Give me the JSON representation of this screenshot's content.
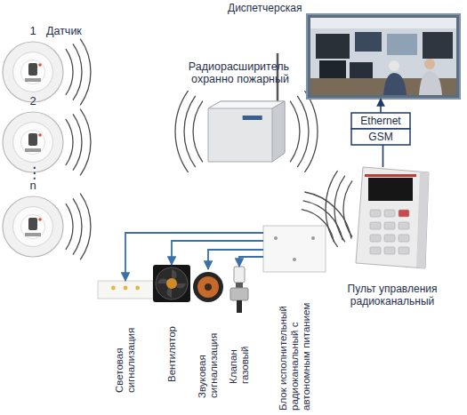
{
  "diagram": {
    "nodes": [
      {
        "text": [
          "1"
        ]
      },
      {
        "text": [
          "2"
        ]
      },
      {
        "text": [
          "n"
        ]
      },
      {
        "text": [
          "Радиорасширитель охранно пожарный"
        ]
      },
      {
        "text": [
          "Диспетчерская"
        ]
      },
      {
        "text": [
          "Ethernet"
        ]
      },
      {
        "text": [
          "GSM"
        ]
      },
      {
        "text": [
          "Пульт управления радиоканальный"
        ]
      },
      {
        "text": [
          "Световая сигнализация"
        ]
      },
      {
        "text": [
          "Вентилятор"
        ]
      },
      {
        "text": [
          "Звуковая сигнализация"
        ]
      },
      {
        "text": [
          "Клапан газовый"
        ]
      },
      {
        "text": [
          "Блок исполнительный радиоканальный с автономным питанием"
        ]
      }
    ],
    "edges": [
      {
        "from": 7,
        "to": 6,
        "arrow": "none"
      },
      {
        "from": 5,
        "to": 4,
        "arrow": "to"
      },
      {
        "from": 12,
        "to": 8,
        "arrow": "to"
      },
      {
        "from": 12,
        "to": 9,
        "arrow": "to"
      },
      {
        "from": 12,
        "to": 10,
        "arrow": "to"
      },
      {
        "from": 12,
        "to": 11,
        "arrow": "to"
      }
    ],
    "labels": [
      "Датчик",
      "⋮"
    ]
  }
}
